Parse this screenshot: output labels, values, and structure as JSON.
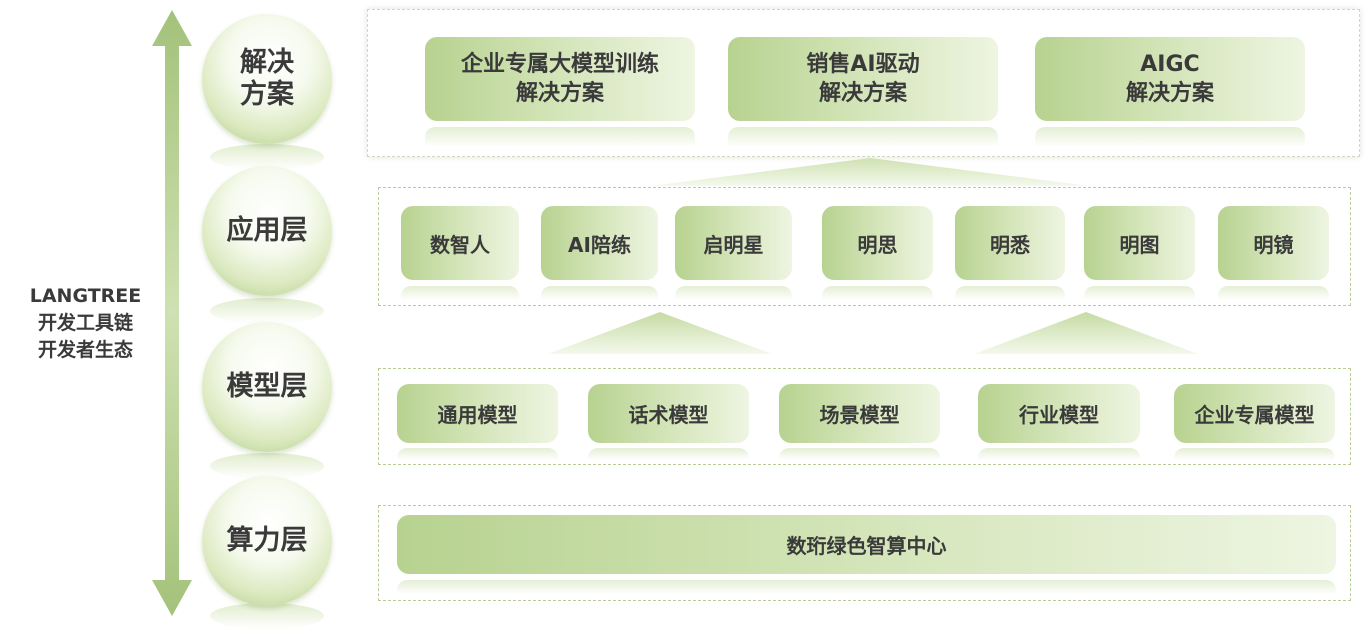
{
  "side_label": {
    "lines": [
      "LANGTREE",
      "开发工具链",
      "开发者生态"
    ]
  },
  "layers": [
    {
      "name_lines": [
        "解决",
        "方案"
      ]
    },
    {
      "name_lines": [
        "应用层"
      ]
    },
    {
      "name_lines": [
        "模型层"
      ]
    },
    {
      "name_lines": [
        "算力层"
      ]
    }
  ],
  "solutions": [
    {
      "lines": [
        "企业专属大模型训练",
        "解决方案"
      ]
    },
    {
      "lines": [
        "销售AI驱动",
        "解决方案"
      ]
    },
    {
      "lines": [
        "AIGC",
        "解决方案"
      ]
    }
  ],
  "applications": [
    "数智人",
    "AI陪练",
    "启明星",
    "明思",
    "明悉",
    "明图",
    "明镜"
  ],
  "models": [
    "通用模型",
    "话术模型",
    "场景模型",
    "行业模型",
    "企业专属模型"
  ],
  "compute": [
    "数珩绿色智算中心"
  ],
  "colors": {
    "accent_green": "#a9c77e",
    "card_light": "#eef5e2",
    "dash_border": "#b7cc96"
  }
}
